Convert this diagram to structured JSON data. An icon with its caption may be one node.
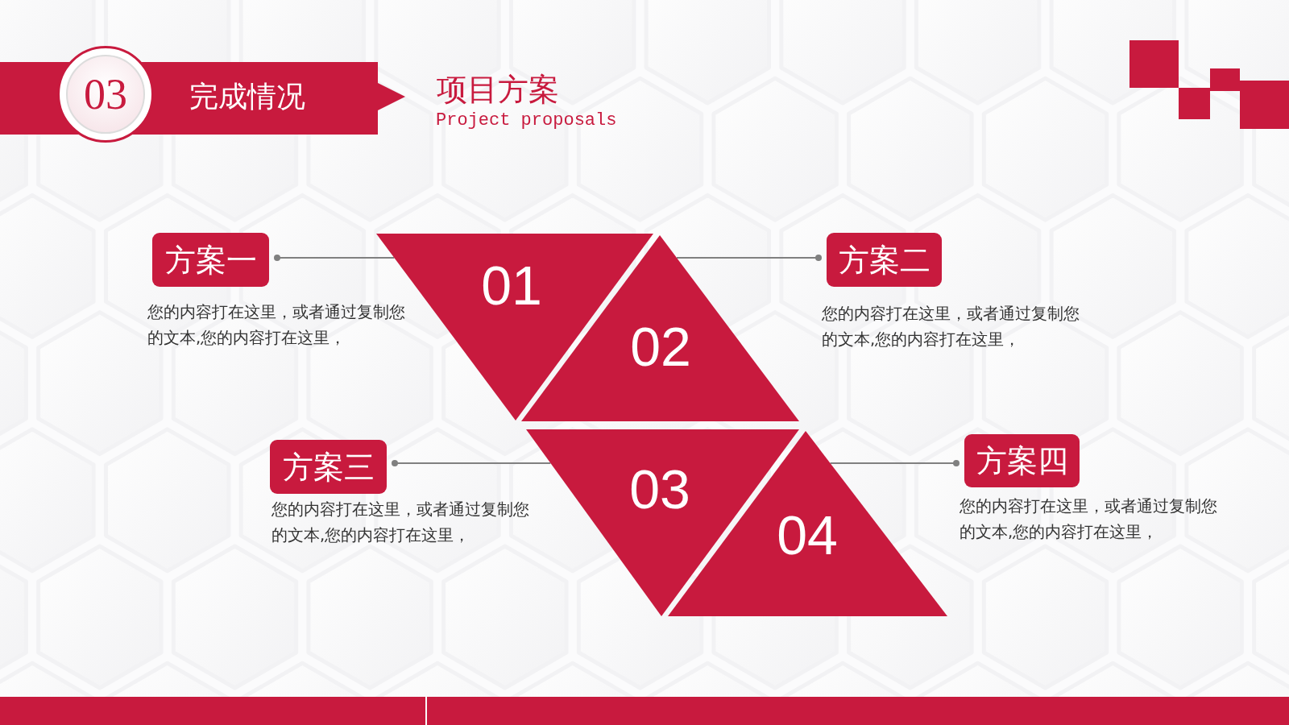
{
  "diagram": {
    "title": "项目方案",
    "nodes": [
      {
        "text": [
          "03"
        ]
      },
      {
        "text": [
          "完成情况"
        ]
      },
      {
        "text": [
          "方案一"
        ]
      },
      {
        "text": [
          "01"
        ]
      },
      {
        "text": [
          "02"
        ]
      },
      {
        "text": [
          "方案二"
        ],
        "beside": [
          "您的内容打在这里，或者通过复制您的文本,您的内容打在这里，"
        ]
      },
      {
        "text": [
          "方案三"
        ],
        "beside": [
          "您的内容打在这里，或者通过复制您的文本,您的内容打在这里，"
        ]
      },
      {
        "text": [
          "03"
        ]
      },
      {
        "text": [
          "04"
        ]
      },
      {
        "text": [
          "方案四"
        ],
        "beside": [
          "您的内容打在这里，或者通过复制您的文本,您的内容打在这里，"
        ]
      }
    ],
    "edges": [
      {
        "from": 3,
        "to": 2,
        "arrow": "other"
      },
      {
        "from": 4,
        "to": 5,
        "arrow": "other"
      },
      {
        "from": 7,
        "to": 6,
        "arrow": "other"
      },
      {
        "from": 8,
        "to": 9,
        "arrow": "other"
      }
    ],
    "labels": [
      "Project proposals",
      "您的内容打在这里，或者通过复制您的文本,您的内容打在这里，"
    ]
  }
}
